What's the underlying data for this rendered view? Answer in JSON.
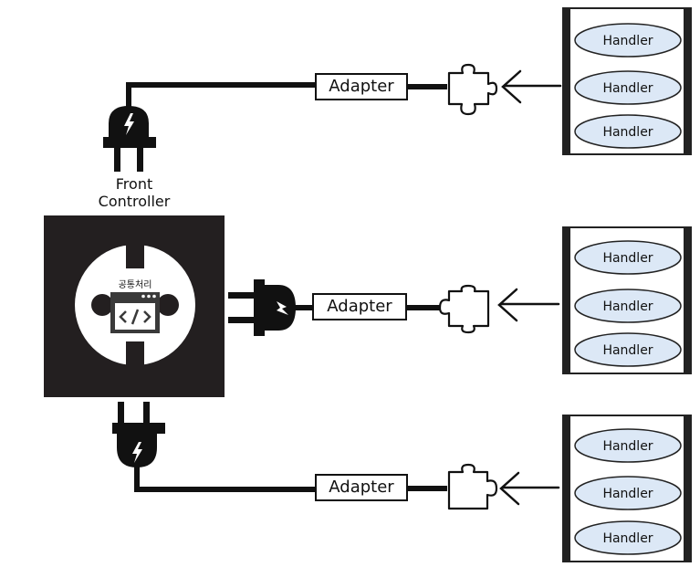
{
  "front_controller": {
    "label_line1": "Front",
    "label_line2": "Controller",
    "center_label": "공통처리"
  },
  "adapters": [
    {
      "label": "Adapter"
    },
    {
      "label": "Adapter"
    },
    {
      "label": "Adapter"
    }
  ],
  "handler_groups": [
    {
      "handlers": [
        "Handler",
        "Handler",
        "Handler"
      ]
    },
    {
      "handlers": [
        "Handler",
        "Handler",
        "Handler"
      ]
    },
    {
      "handlers": [
        "Handler",
        "Handler",
        "Handler"
      ]
    }
  ],
  "colors": {
    "handler_fill": "#dce8f6",
    "dark": "#231f20",
    "line": "#111111"
  }
}
